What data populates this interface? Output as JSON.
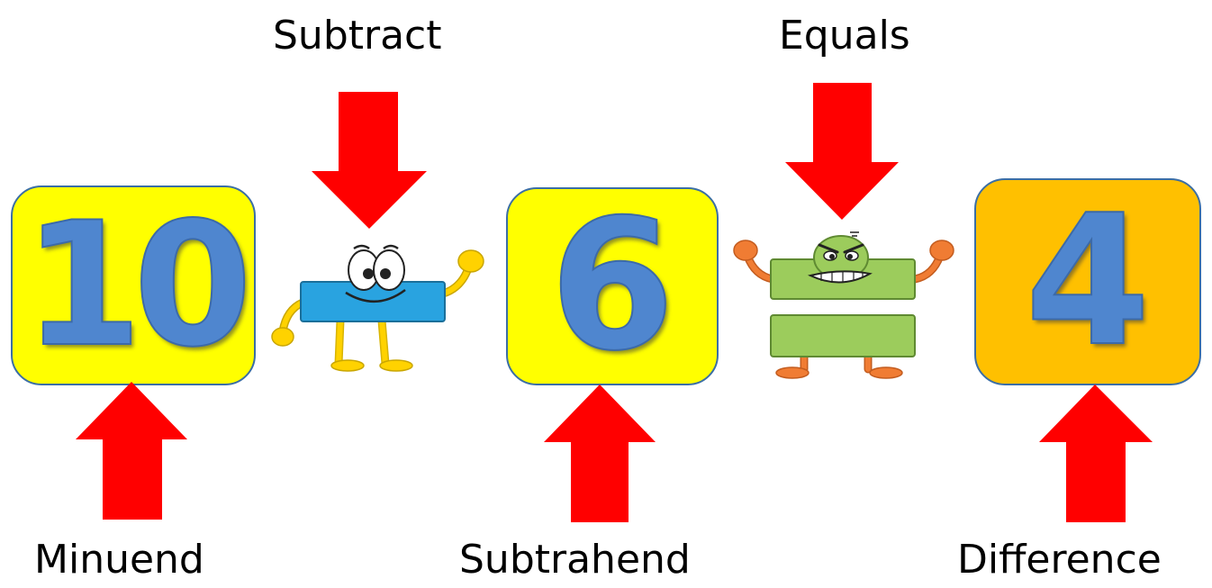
{
  "labels": {
    "subtract": "Subtract",
    "equals": "Equals",
    "minuend": "Minuend",
    "subtrahend": "Subtrahend",
    "difference": "Difference"
  },
  "numbers": {
    "minuend": "10",
    "subtrahend": "6",
    "difference": "4"
  },
  "colors": {
    "arrow": "#ff0000",
    "box_yellow": "#ffff00",
    "box_orange": "#ffc000",
    "digit": "#4f86cf",
    "minus_body": "#29a3e0",
    "equals_body": "#9ccc5c",
    "minus_limbs": "#ffd200",
    "equals_limbs": "#f07c33"
  },
  "icons": {
    "minus_character": "minus-sign-character-icon",
    "equals_character": "equals-sign-character-icon",
    "arrow": "down-arrow-icon"
  }
}
